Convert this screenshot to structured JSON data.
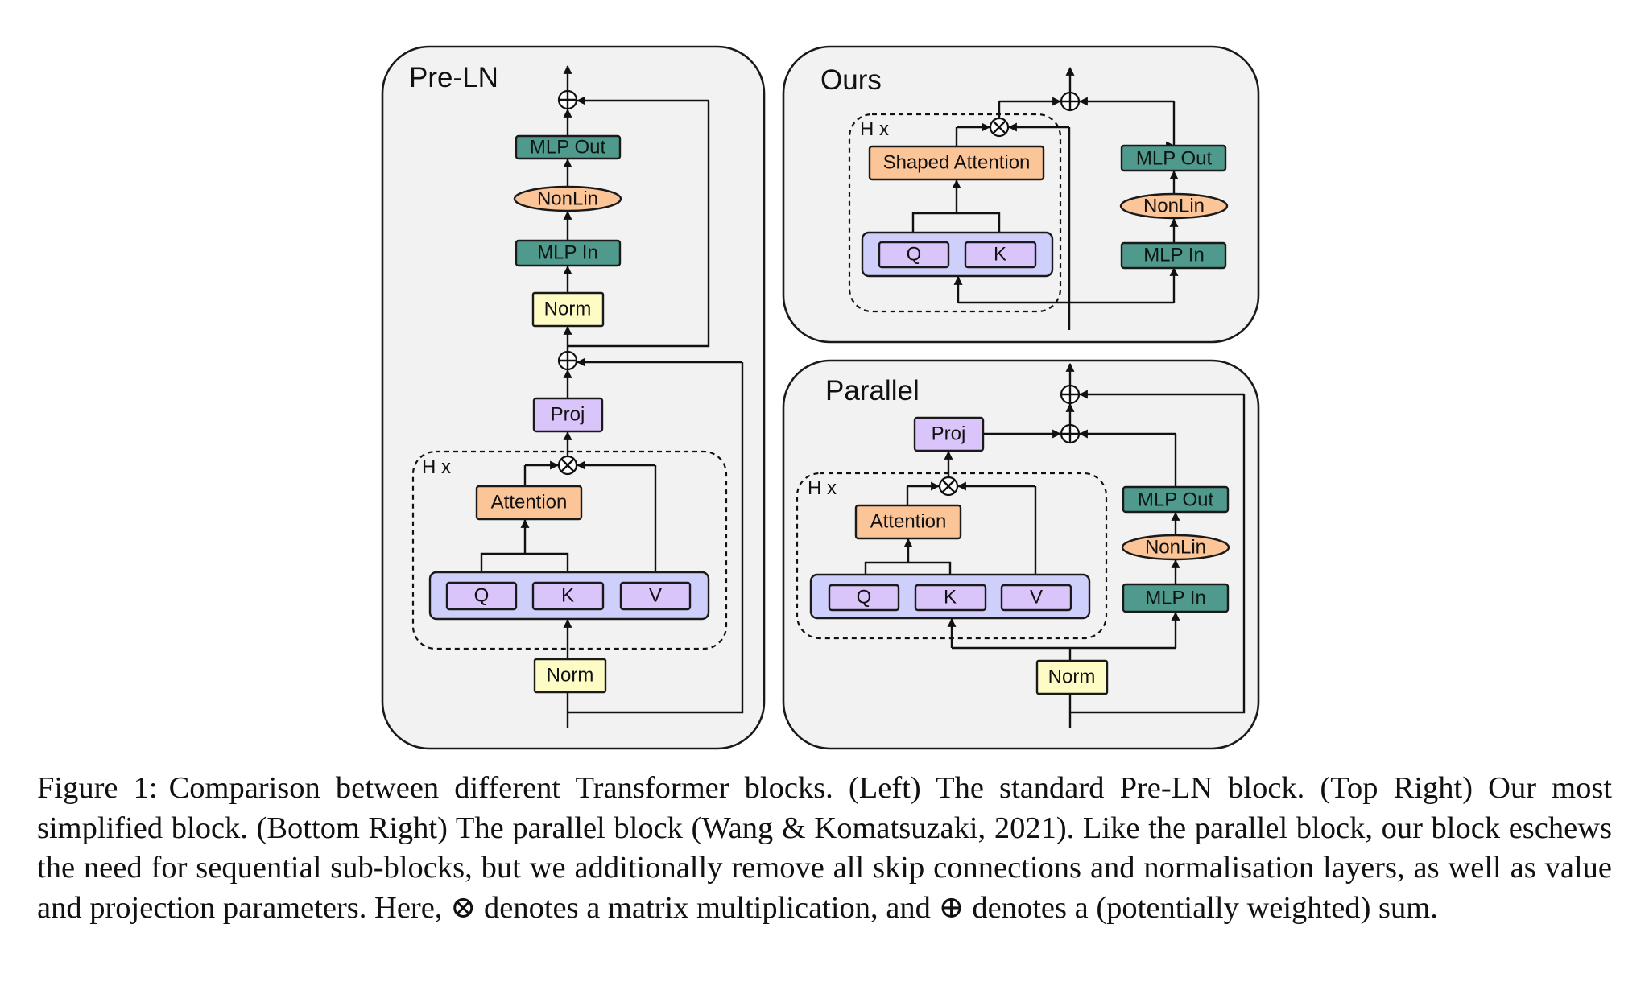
{
  "panels": {
    "preln": {
      "title": "Pre-LN",
      "mlp_out": "MLP Out",
      "nonlin": "NonLin",
      "mlp_in": "MLP In",
      "norm_top": "Norm",
      "proj": "Proj",
      "heads": "H x",
      "attention": "Attention",
      "q": "Q",
      "k": "K",
      "v": "V",
      "norm_bottom": "Norm"
    },
    "ours": {
      "title": "Ours",
      "heads": "H x",
      "shaped_attention": "Shaped Attention",
      "q": "Q",
      "k": "K",
      "mlp_out": "MLP Out",
      "nonlin": "NonLin",
      "mlp_in": "MLP In"
    },
    "parallel": {
      "title": "Parallel",
      "proj": "Proj",
      "heads": "H x",
      "attention": "Attention",
      "q": "Q",
      "k": "K",
      "v": "V",
      "mlp_out": "MLP Out",
      "nonlin": "NonLin",
      "mlp_in": "MLP In",
      "norm": "Norm"
    }
  },
  "caption": {
    "label": "Figure 1:",
    "text": "Comparison between different Transformer blocks. (Left) The standard Pre-LN block. (Top Right) Our most simplified block. (Bottom Right) The parallel block (Wang & Komatsuzaki, 2021). Like the parallel block, our block eschews the need for sequential sub-blocks, but we additionally remove all skip connections and normalisation layers, as well as value and projection parameters. Here, ⊗ denotes a matrix multiplication, and ⊕ denotes a (potentially weighted) sum."
  },
  "colors": {
    "mlp": "#4f9a8c",
    "norm": "#fdfcc4",
    "proj": "#dac5fb",
    "attention": "#fcc598",
    "qkv_container": "#cfcffb",
    "panel_bg": "#f2f2f2"
  }
}
